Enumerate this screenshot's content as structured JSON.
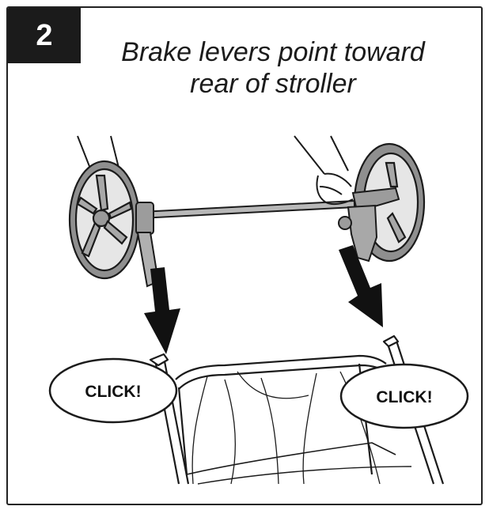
{
  "step": {
    "number": "2",
    "caption_line1": "Brake levers point toward",
    "caption_line2": "rear of stroller"
  },
  "callouts": {
    "left": "CLICK!",
    "right": "CLICK!"
  },
  "colors": {
    "ink": "#1b1b1b",
    "badge": "#1b1b1b",
    "wheel_fill": "#9a9a9a",
    "arrow": "#111111"
  }
}
